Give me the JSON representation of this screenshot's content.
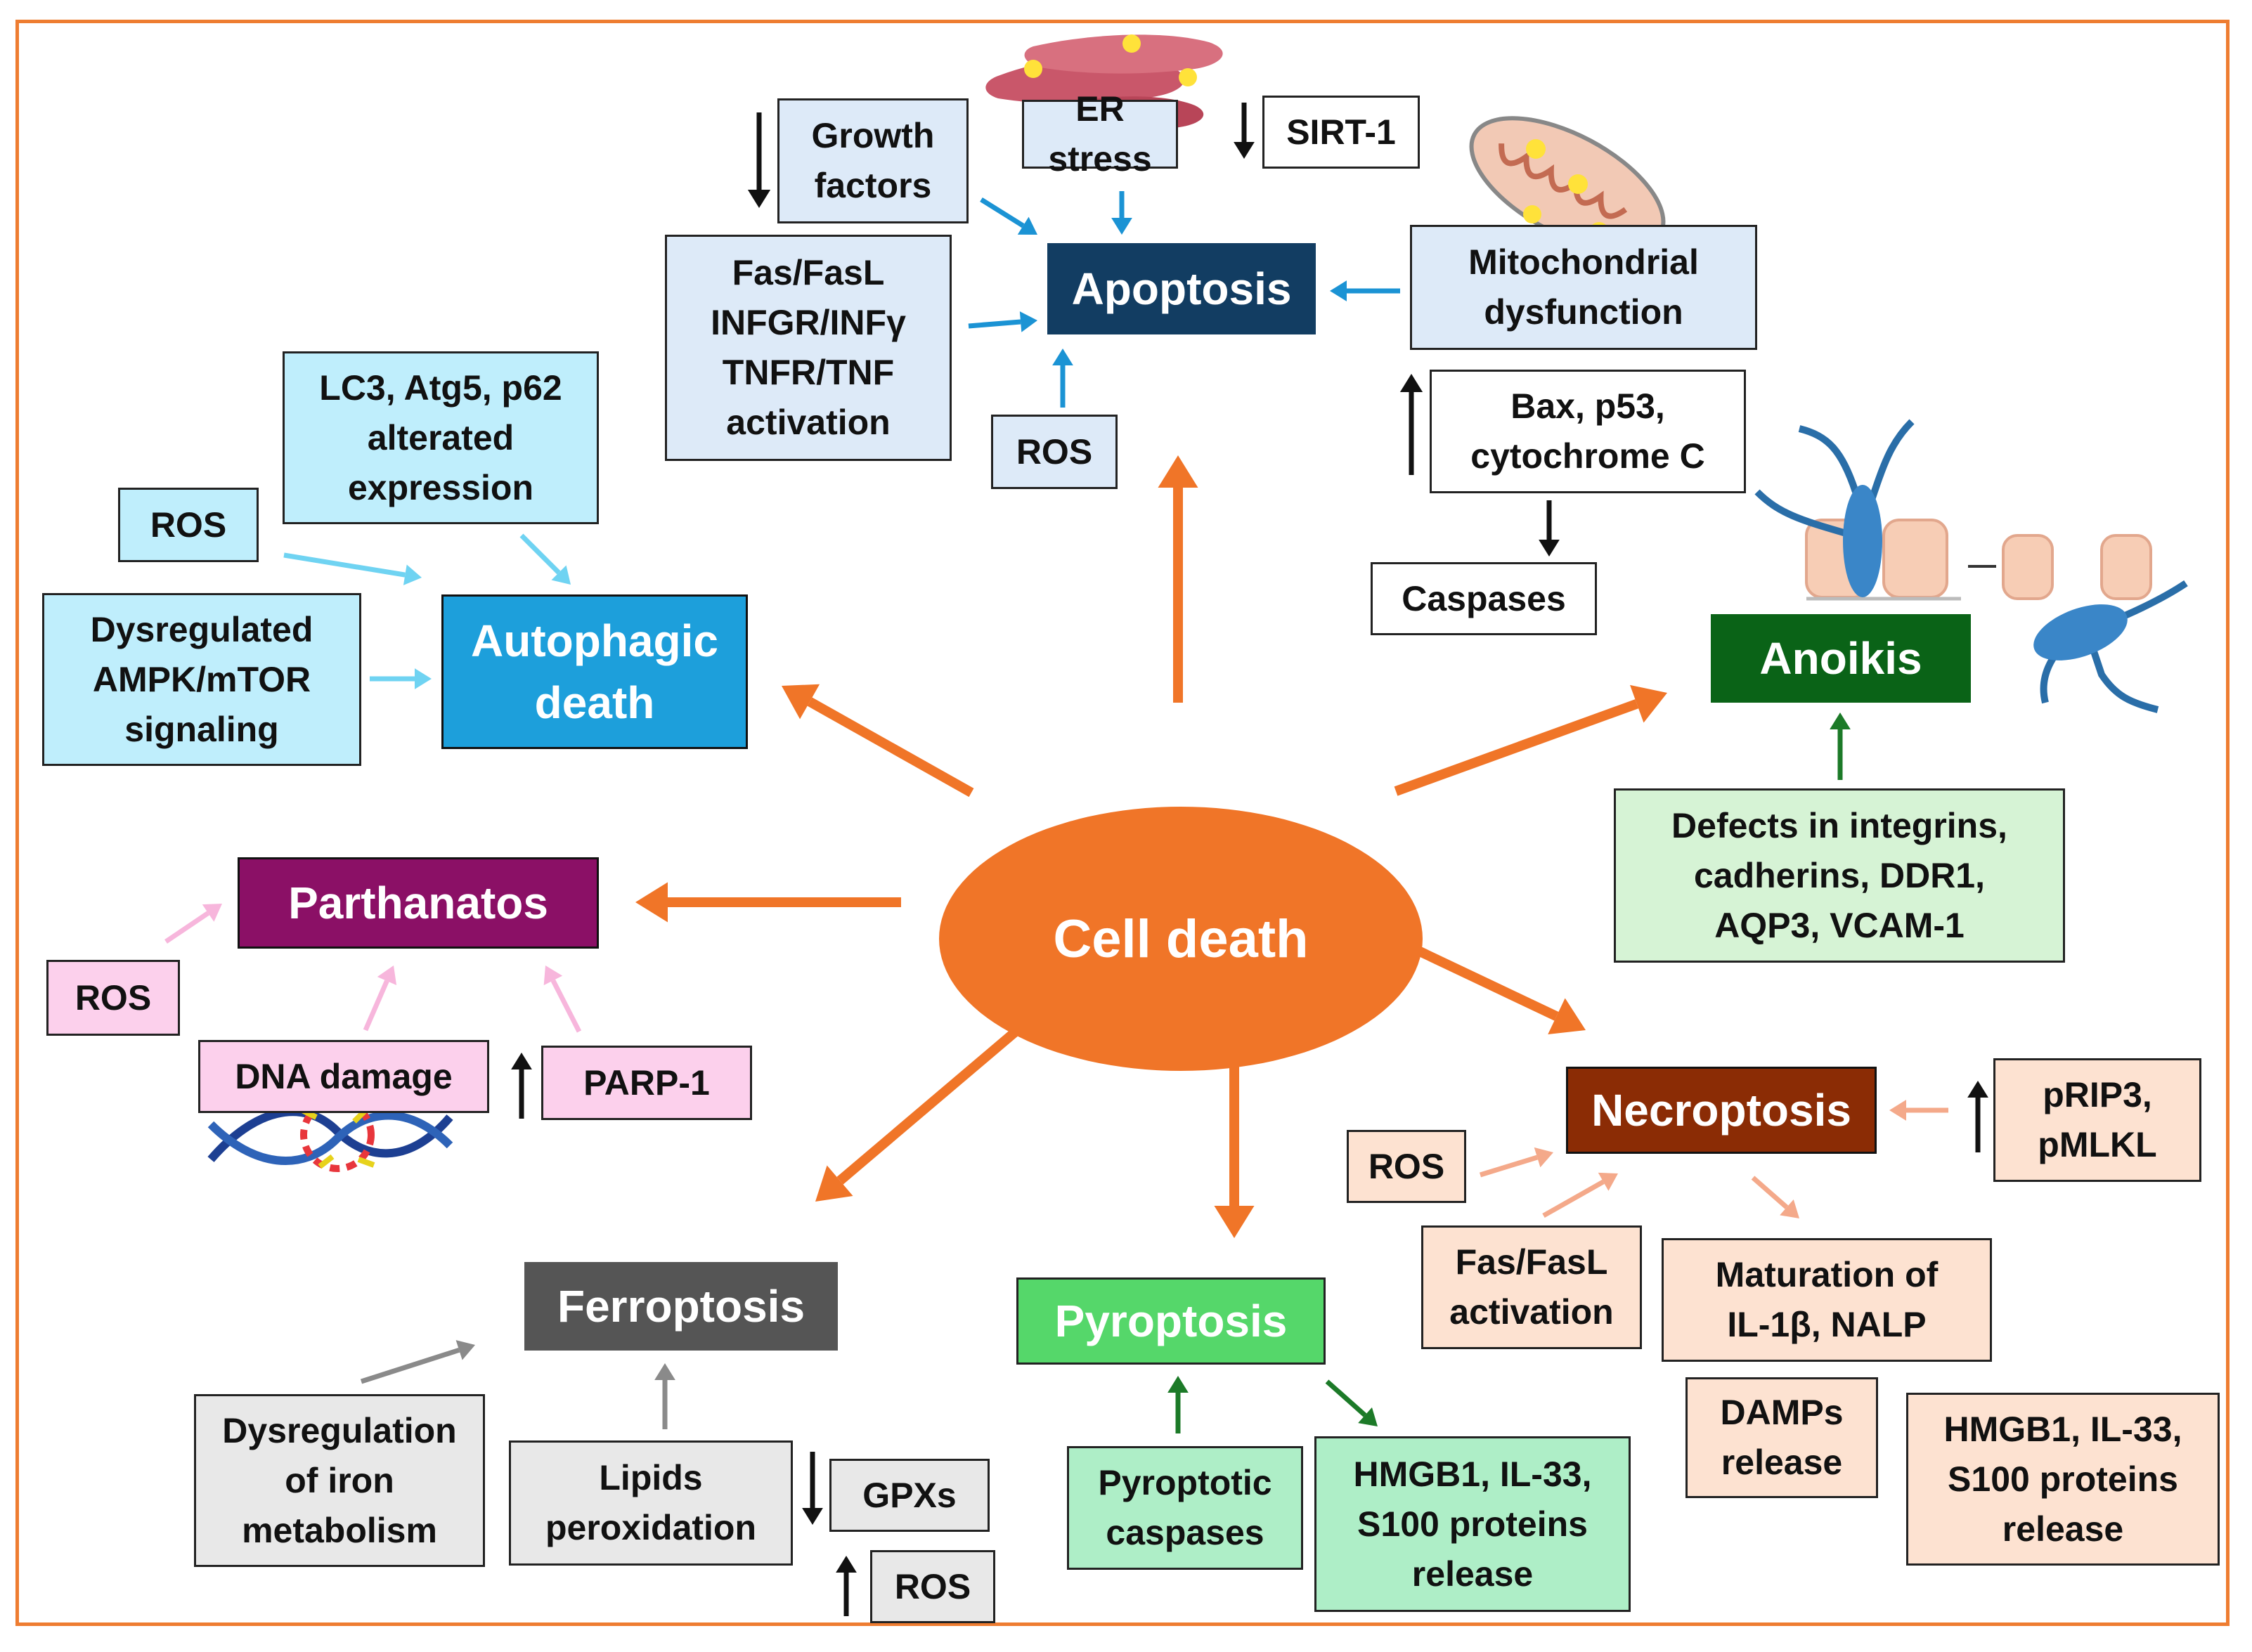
{
  "center": {
    "label": "Cell death"
  },
  "apoptosis": {
    "title": "Apoptosis",
    "growth_factors": [
      "Growth",
      "factors"
    ],
    "er_stress": "ER stress",
    "sirt1": "SIRT-1",
    "fas": [
      "Fas/FasL",
      "INFGR/INFγ",
      "TNFR/TNF",
      "activation"
    ],
    "ros": "ROS",
    "mito": [
      "Mitochondrial",
      "dysfunction"
    ],
    "bax": [
      "Bax, p53,",
      "cytochrome C"
    ],
    "caspases": "Caspases"
  },
  "autophagic": {
    "title": [
      "Autophagic",
      "death"
    ],
    "lc3": [
      "LC3, Atg5, p62",
      "alterated",
      "expression"
    ],
    "ros": "ROS",
    "ampk": [
      "Dysregulated",
      "AMPK/mTOR",
      "signaling"
    ]
  },
  "parthanatos": {
    "title": "Parthanatos",
    "ros": "ROS",
    "dna": "DNA damage",
    "parp": "PARP-1"
  },
  "ferroptosis": {
    "title": "Ferroptosis",
    "iron": [
      "Dysregulation",
      "of iron",
      "metabolism"
    ],
    "lipids": [
      "Lipids",
      "peroxidation"
    ],
    "gpx": "GPXs",
    "ros": "ROS"
  },
  "pyroptosis": {
    "title": "Pyroptosis",
    "caspases": [
      "Pyroptotic",
      "caspases"
    ],
    "hmgb": [
      "HMGB1, IL-33,",
      "S100 proteins",
      "release"
    ]
  },
  "necroptosis": {
    "title": "Necroptosis",
    "prip": [
      "pRIP3,",
      "pMLKL"
    ],
    "ros": "ROS",
    "fas": [
      "Fas/FasL",
      "activation"
    ],
    "il1": [
      "Maturation of",
      "IL-1β, NALP"
    ],
    "damps": [
      "DAMPs",
      "release"
    ],
    "hmgb": [
      "HMGB1, IL-33,",
      "S100 proteins",
      "release"
    ]
  },
  "anoikis": {
    "title": "Anoikis",
    "defects": [
      "Defects in integrins,",
      "cadherins, DDR1,",
      "AQP3, VCAM-1"
    ]
  },
  "colors": {
    "orange": "#f07528",
    "blue_arrow": "#1b93d4",
    "cyan_arrow": "#6fd3f2",
    "pink_arrow": "#f7b6dc",
    "gray_arrow": "#8a8a8a",
    "green_arrow": "#1c7a28",
    "peach_arrow": "#f4a98a",
    "black": "#111111"
  }
}
